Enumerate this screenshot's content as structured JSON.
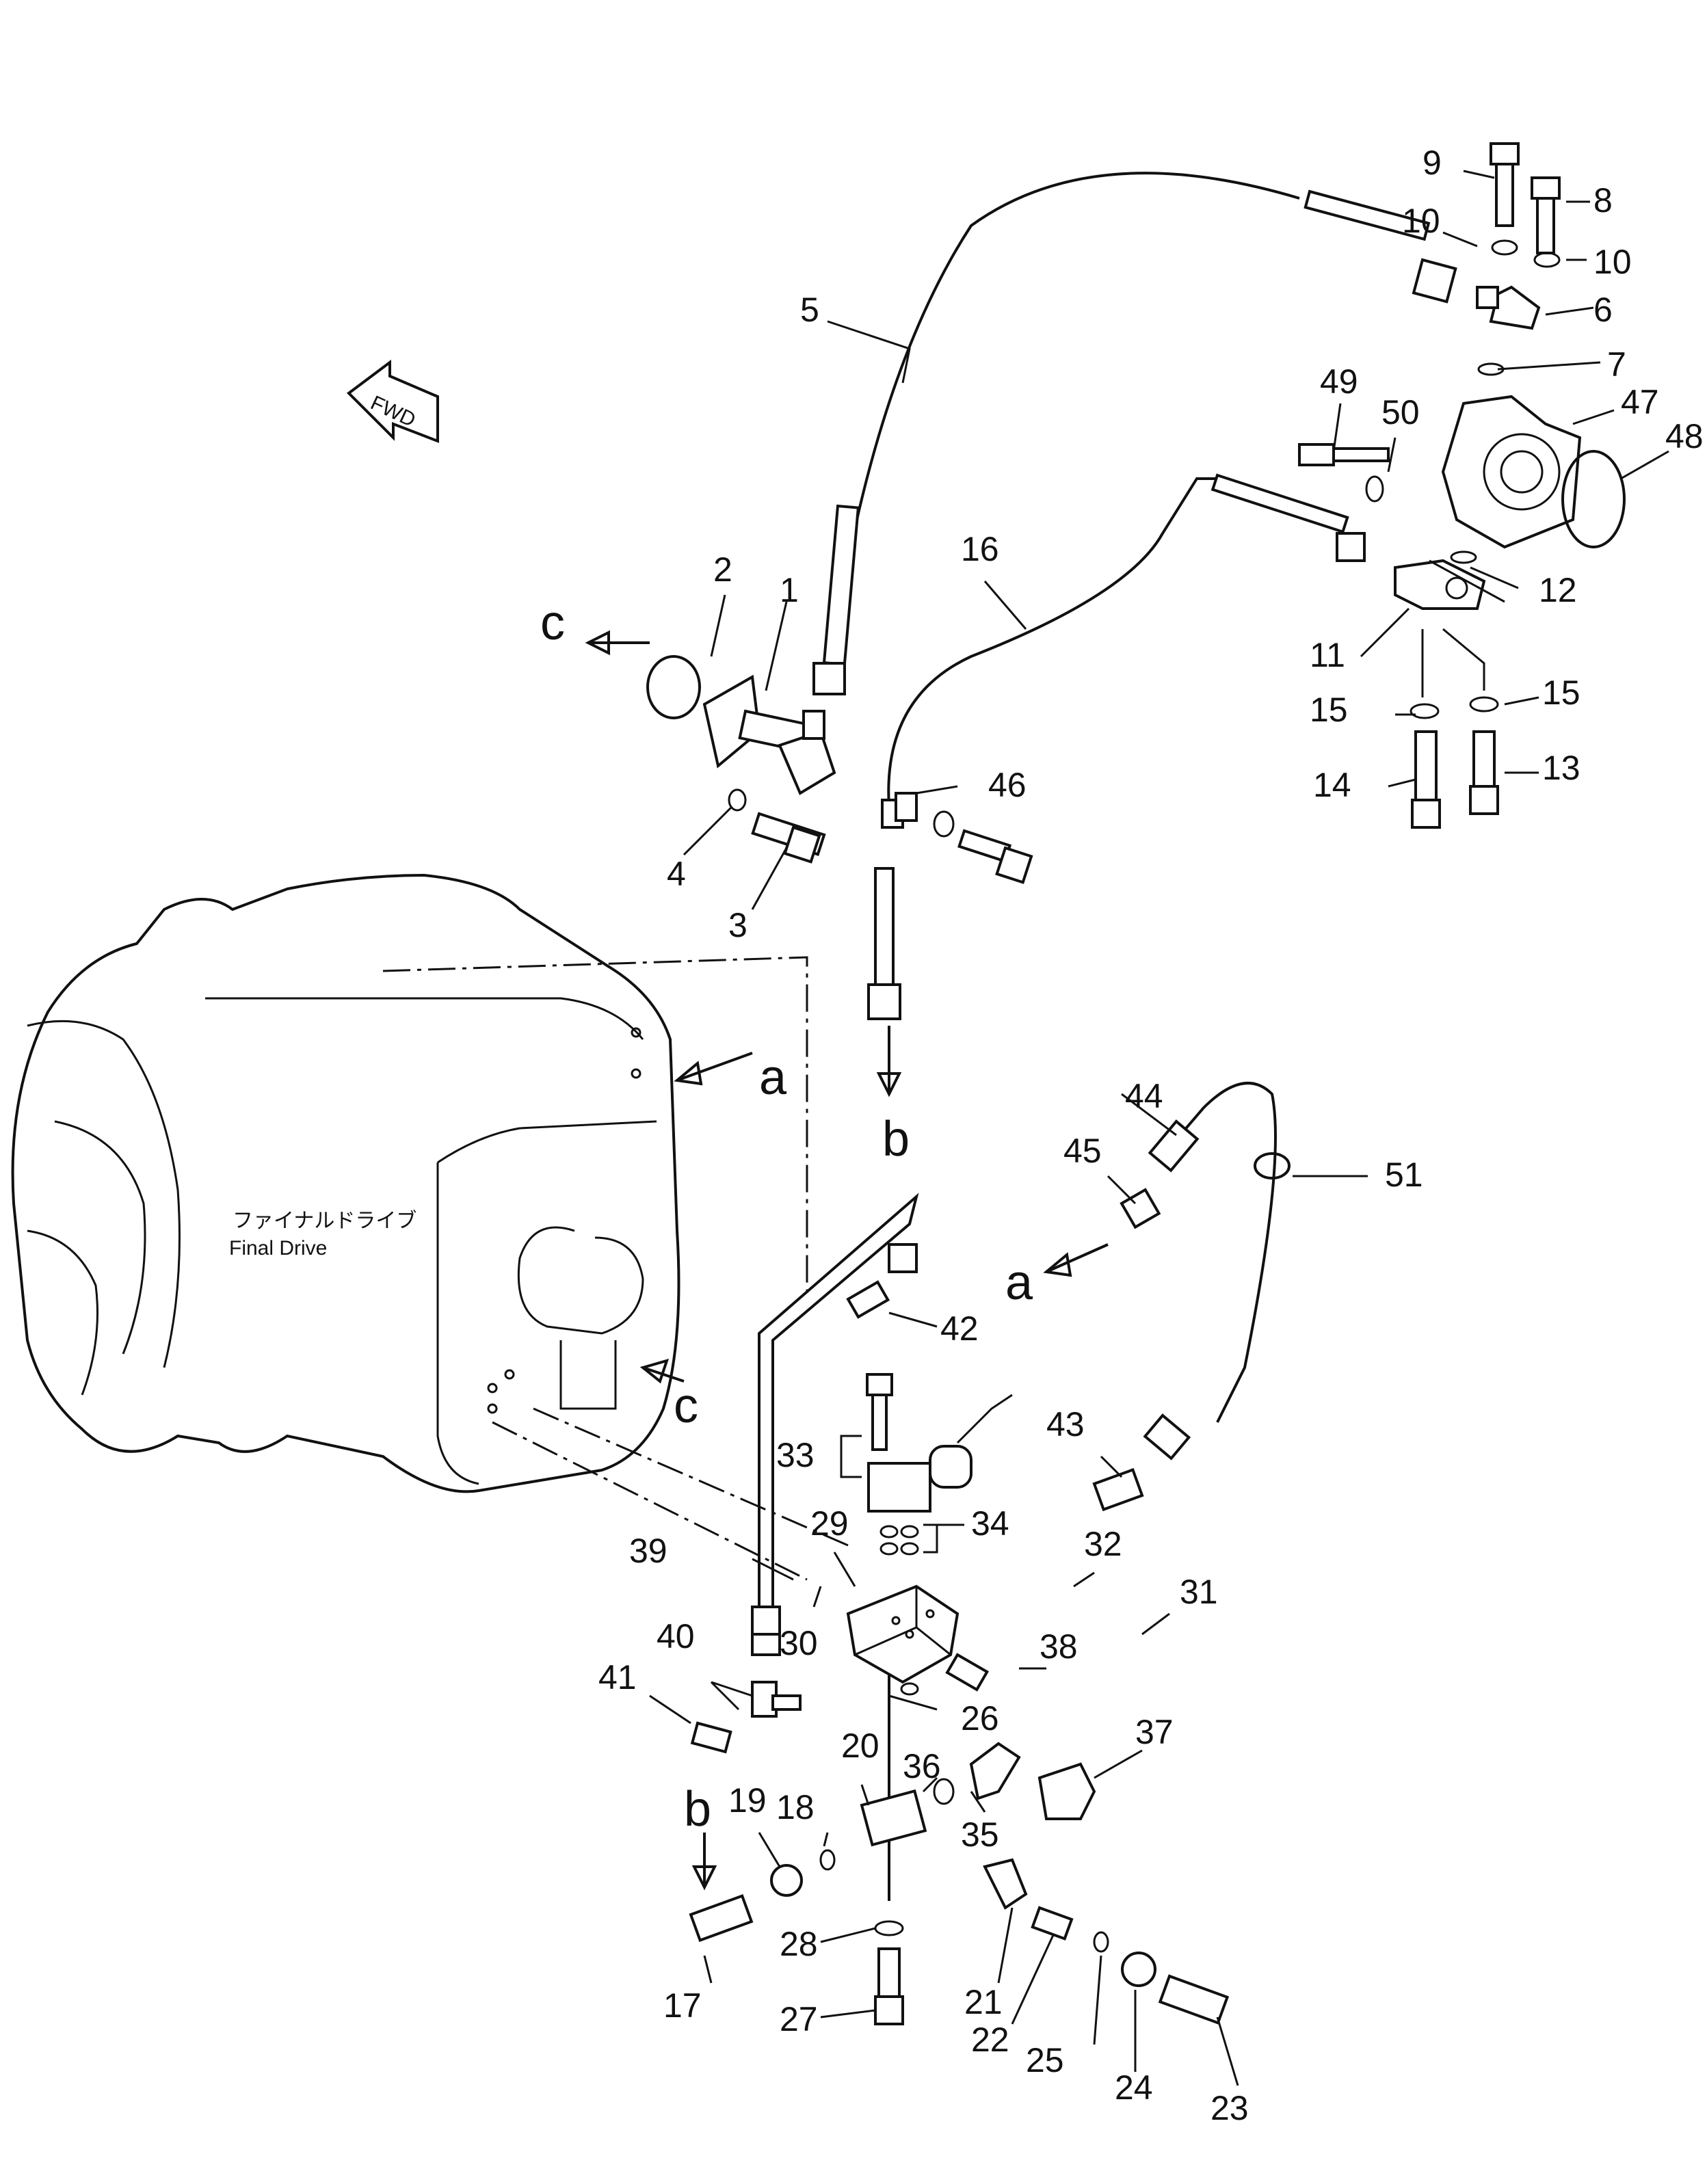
{
  "diagram": {
    "labels": {
      "final_drive_jp": "ファイナルドライブ",
      "final_drive_en": "Final  Drive",
      "fwd": "FWD",
      "ref_a": "a",
      "ref_b": "b",
      "ref_c": "c"
    },
    "part_numbers": [
      "1",
      "2",
      "3",
      "4",
      "5",
      "6",
      "7",
      "8",
      "9",
      "10",
      "11",
      "12",
      "13",
      "14",
      "15",
      "16",
      "17",
      "18",
      "19",
      "20",
      "21",
      "22",
      "23",
      "24",
      "25",
      "26",
      "27",
      "28",
      "29",
      "30",
      "31",
      "32",
      "33",
      "34",
      "35",
      "36",
      "37",
      "38",
      "39",
      "40",
      "41",
      "42",
      "43",
      "44",
      "45",
      "46",
      "47",
      "48",
      "49",
      "50",
      "51"
    ]
  }
}
